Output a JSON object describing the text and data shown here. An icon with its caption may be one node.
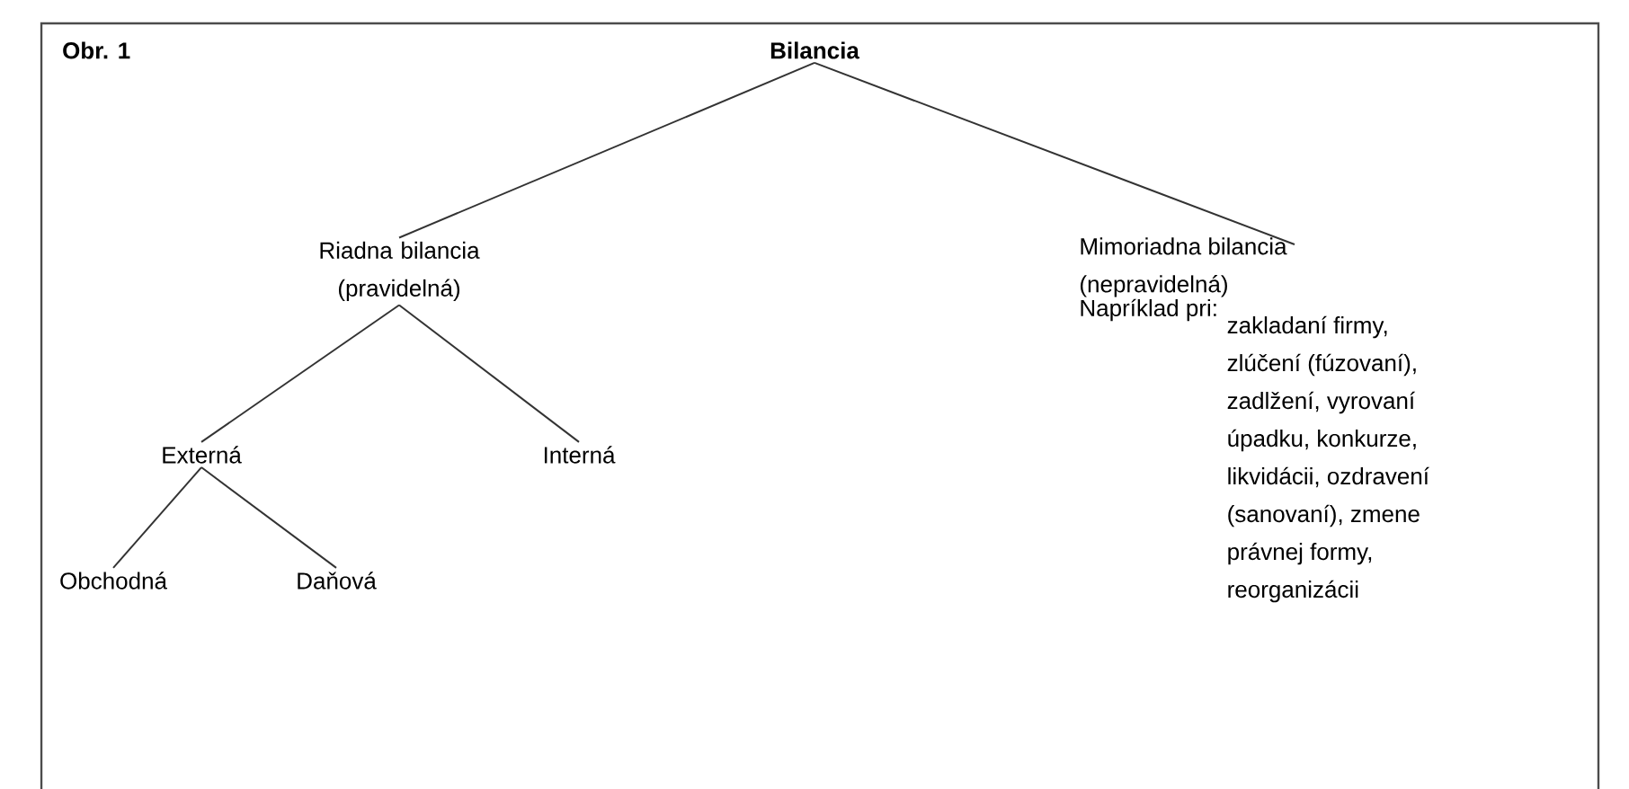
{
  "diagram": {
    "nodes": [
      {
        "text": [
          "Bilancia"
        ]
      },
      {
        "text": [
          "Riadna bilancia (pravidelná)"
        ]
      },
      {
        "text": [
          "Mimoriadna bilancia (nepravidelná)",
          "Napríklad pri:",
          "zakladaní firmy, zlúčení (fúzovaní), zadlžení, vyrovaní úpadku, konkurze, likvidácii, ozdravení (sanovaní), zmene právnej formy, reorganizácii"
        ]
      },
      {
        "text": [
          "Externá"
        ]
      },
      {
        "text": [
          "Interná"
        ]
      },
      {
        "text": [
          "Obchodná"
        ]
      },
      {
        "text": [
          "Daňová"
        ]
      }
    ],
    "edges": [
      {
        "from": 0,
        "to": 1,
        "arrow": "none"
      },
      {
        "from": 0,
        "to": 2,
        "arrow": "none"
      },
      {
        "from": 1,
        "to": 3,
        "arrow": "none"
      },
      {
        "from": 1,
        "to": 4,
        "arrow": "none"
      },
      {
        "from": 3,
        "to": 5,
        "arrow": "none"
      },
      {
        "from": 3,
        "to": 6,
        "arrow": "none"
      }
    ],
    "labels": [
      "Obr. 1"
    ]
  }
}
